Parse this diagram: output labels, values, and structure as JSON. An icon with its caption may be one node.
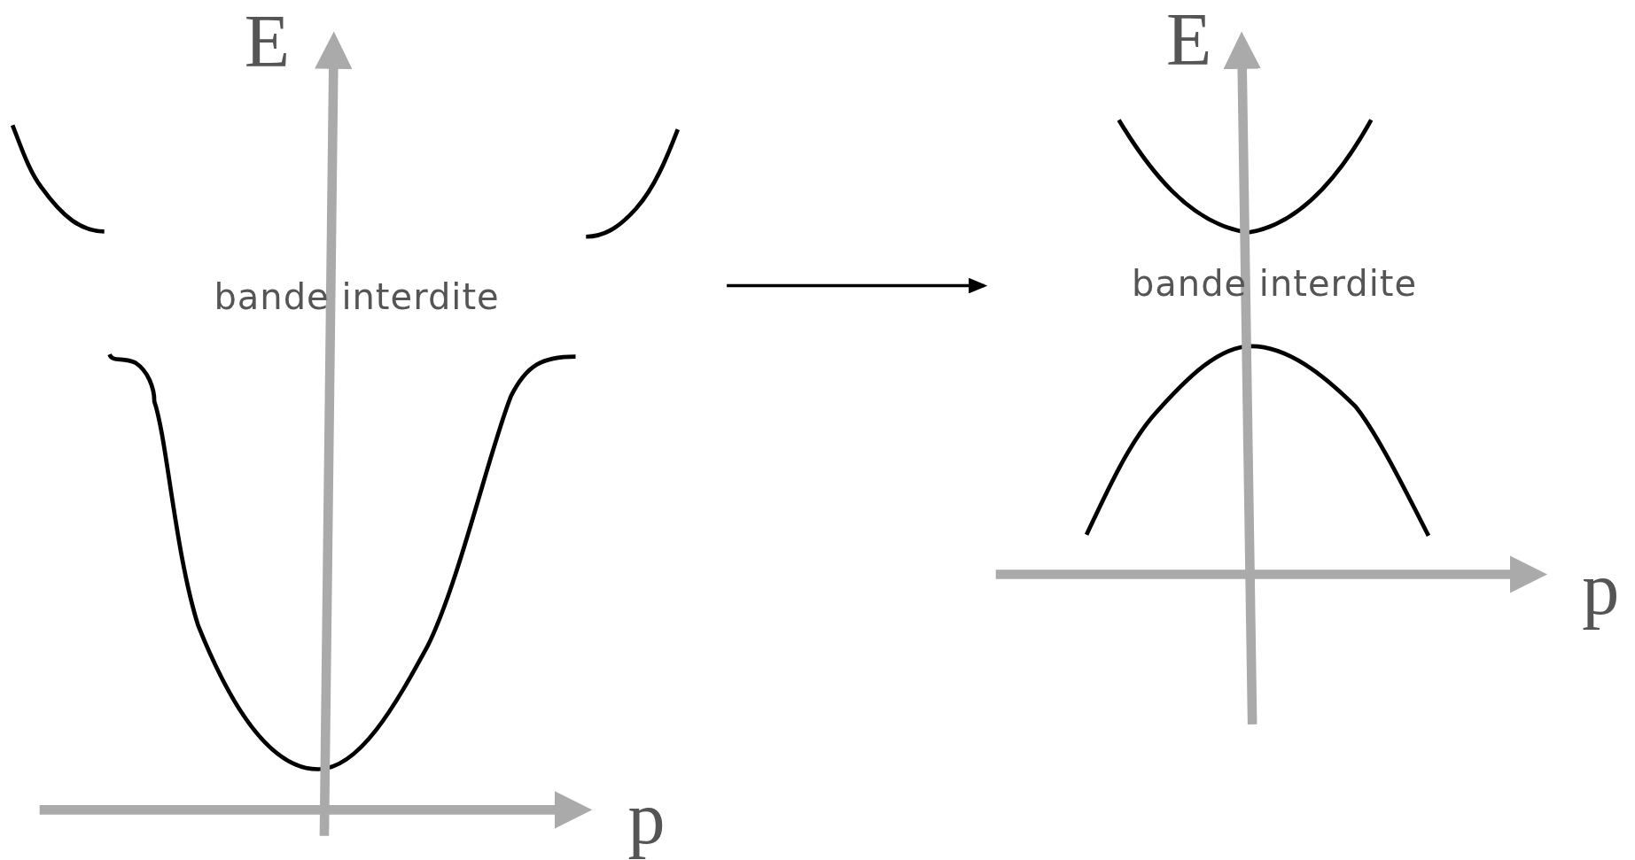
{
  "diagram": {
    "labels": [
      "E",
      "bande interdite",
      "p",
      "E",
      "bande interdite",
      "p"
    ]
  }
}
